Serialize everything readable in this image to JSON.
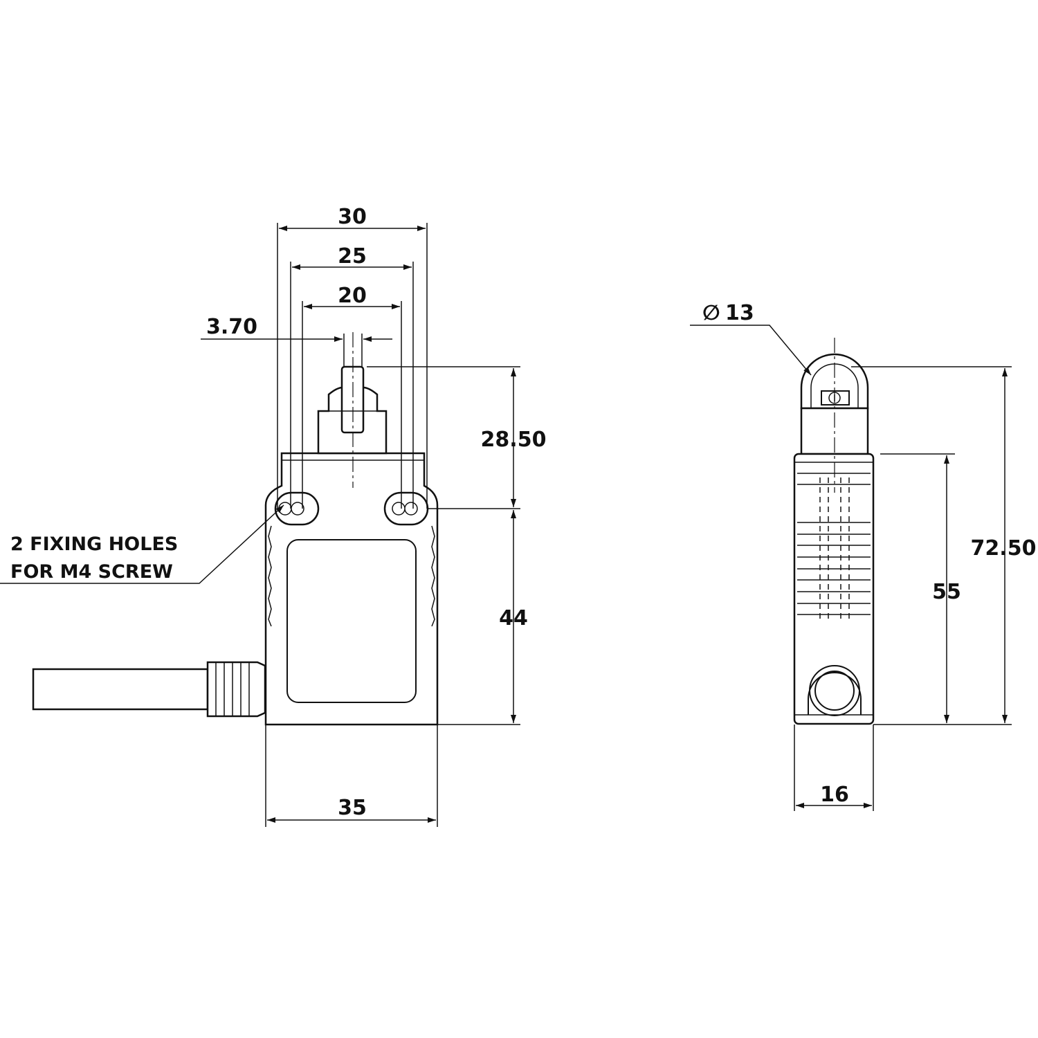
{
  "dimensions": {
    "width_30": "30",
    "width_25": "25",
    "width_20": "20",
    "plunger_width": "3.70",
    "plunger_height": "28.50",
    "body_height_front": "44",
    "body_width": "35",
    "roller_diameter_symbol": "∅",
    "roller_diameter": "13",
    "overall_height": "72.50",
    "body_height_side": "55",
    "side_width": "16"
  },
  "notes": {
    "fixing_holes_line1": "2 FIXING HOLES",
    "fixing_holes_line2": "FOR M4 SCREW"
  }
}
